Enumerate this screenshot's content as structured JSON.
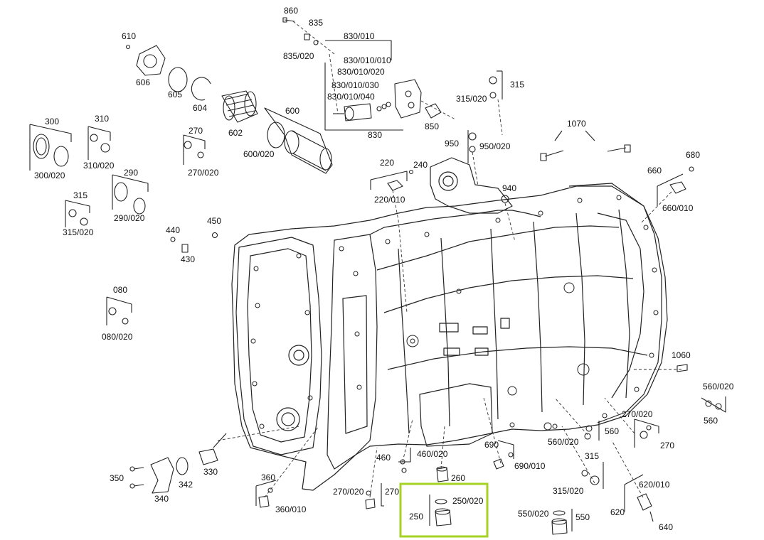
{
  "highlight_color": "#a6d323",
  "part_labels": {
    "p860": "860",
    "p835": "835",
    "p835_020": "835/020",
    "p830_010": "830/010",
    "p830_010_010": "830/010/010",
    "p830_010_020": "830/010/020",
    "p830_010_030": "830/010/030",
    "p830_010_040": "830/010/040",
    "p830": "830",
    "p850": "850",
    "p610": "610",
    "p606": "606",
    "p605": "605",
    "p604": "604",
    "p602": "602",
    "p600": "600",
    "p600_020": "600/020",
    "p315_top": "315",
    "p315_020_top": "315/020",
    "p300": "300",
    "p300_020": "300/020",
    "p310": "310",
    "p310_020": "310/020",
    "p270_a": "270",
    "p270_020_a": "270/020",
    "p290": "290",
    "p290_020": "290/020",
    "p315_left": "315",
    "p315_020_left": "315/020",
    "p1070": "1070",
    "p950": "950",
    "p950_020": "950/020",
    "p940": "940",
    "p220": "220",
    "p240": "240",
    "p220_010": "220/010",
    "p680": "680",
    "p660": "660",
    "p660_010": "660/010",
    "p440": "440",
    "p450": "450",
    "p430": "430",
    "p080": "080",
    "p080_020": "080/020",
    "p1060": "1060",
    "p560_020_r": "560/020",
    "p560_r": "560",
    "p270_020_r": "270/020",
    "p270_r": "270",
    "p560_mid": "560",
    "p560_020_mid": "560/020",
    "p690": "690",
    "p690_010": "690/010",
    "p460": "460",
    "p460_020": "460/020",
    "p315_bot": "315",
    "p315_020_bot": "315/020",
    "p620_010": "620/010",
    "p620": "620",
    "p640": "640",
    "p550_020": "550/020",
    "p550": "550",
    "p260": "260",
    "p270_020_b": "270/020",
    "p270_b": "270",
    "p250_020": "250/020",
    "p250": "250",
    "p360": "360",
    "p360_010": "360/010",
    "p350": "350",
    "p340": "340",
    "p342": "342",
    "p330": "330"
  }
}
